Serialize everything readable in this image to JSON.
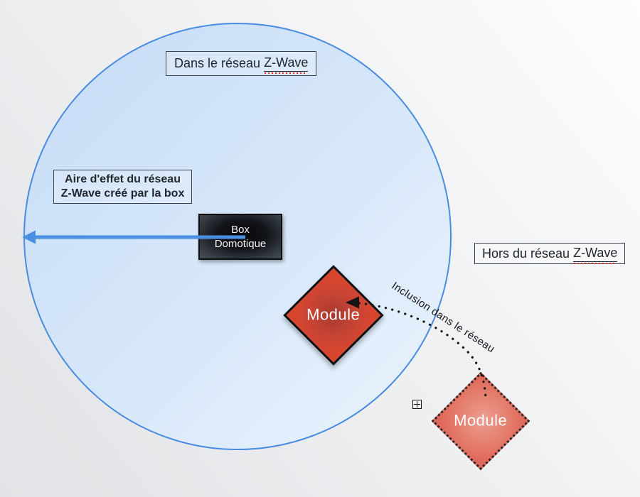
{
  "network": {
    "inside_label": {
      "prefix": "Dans le réseau ",
      "term": "Z-Wave"
    },
    "area_label": {
      "line1": "Aire d'effet du réseau",
      "line2": "Z-Wave créé par la box"
    },
    "outside_label": {
      "prefix": "Hors du réseau ",
      "term": "Z-Wave"
    }
  },
  "box_domotique": {
    "line1": "Box",
    "line2": "Domotique"
  },
  "modules": {
    "inside": "Module",
    "outside": "Module"
  },
  "inclusion_label": "Inclusion dans le réseau",
  "icons": {
    "plus_anchor": "plus-in-square-icon"
  },
  "colors": {
    "network_border": "#4a8ce0",
    "network_fill_start": "#c5dcf6",
    "network_fill_end": "#eaf3fc",
    "range_arrow_blue": "#4a8fe0",
    "module_red": "#d8452f",
    "module_red_faded": "#e3786a",
    "box_dark": "#17191d",
    "dotted_arrow_black": "#141414",
    "spellcheck_red": "#e03022"
  }
}
